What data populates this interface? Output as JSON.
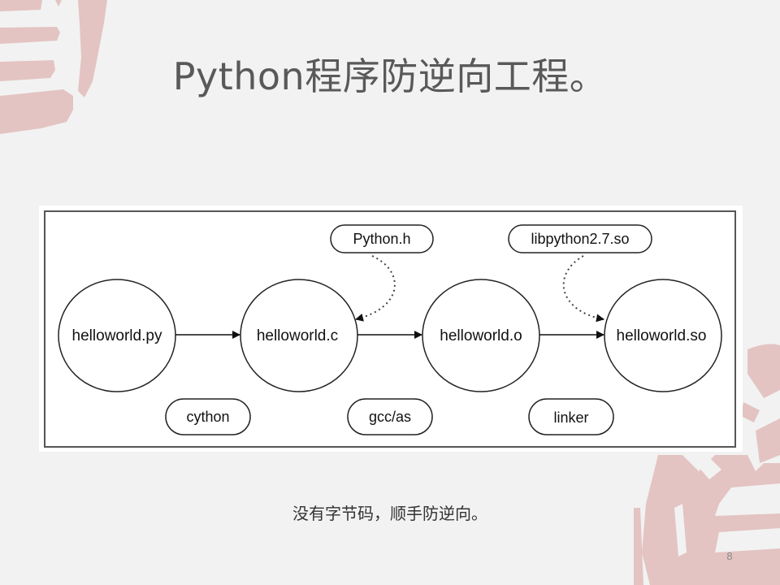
{
  "slide": {
    "title": "Python程序防逆向工程。",
    "caption": "没有字节码，顺手防逆向。",
    "page_number": "8",
    "accent_color": "#e3c4c2"
  },
  "diagram": {
    "nodes": [
      {
        "id": "py",
        "label": "helloworld.py"
      },
      {
        "id": "c",
        "label": "helloworld.c"
      },
      {
        "id": "o",
        "label": "helloworld.o"
      },
      {
        "id": "so",
        "label": "helloworld.so"
      }
    ],
    "tools": [
      {
        "label": "cython",
        "from": "py",
        "to": "c"
      },
      {
        "label": "gcc/as",
        "from": "c",
        "to": "o"
      },
      {
        "label": "linker",
        "from": "o",
        "to": "so"
      }
    ],
    "inputs": [
      {
        "label": "Python.h",
        "target": "c"
      },
      {
        "label": "libpython2.7.so",
        "target": "so"
      }
    ]
  }
}
